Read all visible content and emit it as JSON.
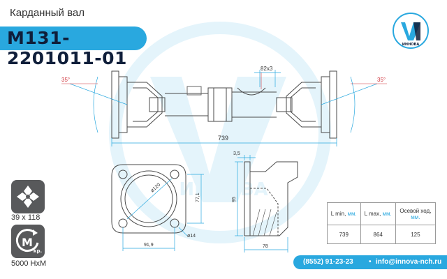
{
  "header": {
    "product_name": "Карданный вал",
    "part_number": "М131-2201011-01"
  },
  "logo": {
    "icon": "innova-logo-icon",
    "brand_text": "ИННОВА"
  },
  "drawing": {
    "angle_left": "35°",
    "angle_right": "35°",
    "spline_spec": "82x3",
    "overall_length": "739",
    "flange_dia": "ø120",
    "height_dim": "77,1",
    "hole_spacing": "91,9",
    "hole_dia": "ø14",
    "flange_thickness": "3,5",
    "side_height": "95",
    "side_width": "78",
    "registered_mark": "®"
  },
  "specs": [
    {
      "icon": "flange-pattern-icon",
      "label": "39 x 118"
    },
    {
      "icon": "torque-icon",
      "icon_letters": "М",
      "icon_sub": "кр.",
      "label": "5000 НхМ"
    }
  ],
  "table": {
    "headers": [
      {
        "label": "L min,",
        "unit": "мм."
      },
      {
        "label": "L max,",
        "unit": "мм."
      },
      {
        "label": "Осевой ход,",
        "unit": "мм."
      }
    ],
    "values": [
      "739",
      "864",
      "125"
    ]
  },
  "contacts": {
    "phone": "(8552) 91-23-23",
    "separator": "•",
    "email": "info@innova-nch.ru"
  },
  "colors": {
    "accent": "#29a8df",
    "dark_navy": "#0f1e3a",
    "dimension_red": "#d0343c",
    "dimension_blue": "#29a8df",
    "icon_gray": "#58595b"
  }
}
